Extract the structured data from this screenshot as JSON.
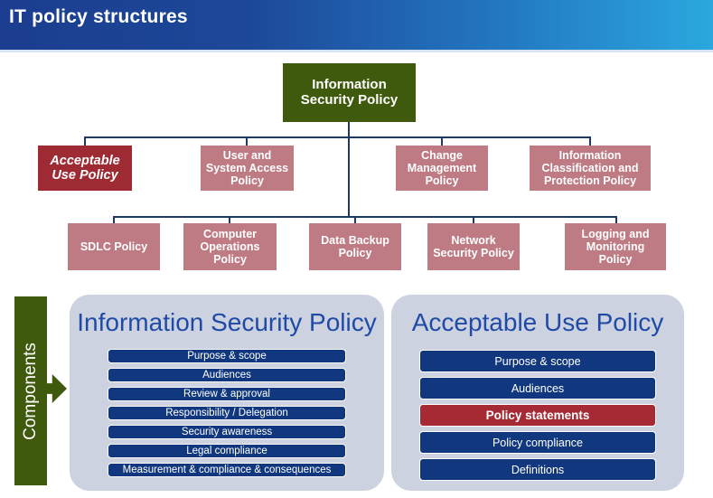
{
  "header": {
    "title": "IT policy structures"
  },
  "tree": {
    "root": {
      "label": "Information Security Policy"
    },
    "level2": [
      {
        "label": "Acceptable Use Policy",
        "variant": "highlighted-red"
      },
      {
        "label": "User and System Access Policy"
      },
      {
        "label": "Change Management Policy"
      },
      {
        "label": "Information Classification and Protection Policy"
      }
    ],
    "level3": [
      {
        "label": "SDLC Policy"
      },
      {
        "label": "Computer Operations Policy"
      },
      {
        "label": "Data Backup Policy"
      },
      {
        "label": "Network Security Policy"
      },
      {
        "label": "Logging and Monitoring Policy"
      }
    ]
  },
  "components_label": "Components",
  "panels": [
    {
      "title": "Information Security Policy",
      "items": [
        "Purpose & scope",
        "Audiences",
        "Review & approval",
        "Responsibility / Delegation",
        "Security awareness",
        "Legal compliance",
        "Measurement & compliance & consequences"
      ]
    },
    {
      "title": "Acceptable Use Policy",
      "items": [
        "Purpose & scope",
        "Audiences",
        "Policy statements",
        "Policy compliance",
        "Definitions"
      ],
      "highlight_index": 2
    }
  ],
  "colors": {
    "header_gradient_start": "#1B3D8F",
    "header_gradient_end": "#2BA7DE",
    "root_green": "#3F5A0D",
    "node_mauve": "#BE7B83",
    "node_red": "#9E2B34",
    "connector": "#1F3864",
    "panel_bg": "#CDD2E1",
    "panel_title_blue": "#1F4BA6",
    "bar_navy": "#11387F",
    "bar_red": "#A62A33"
  }
}
